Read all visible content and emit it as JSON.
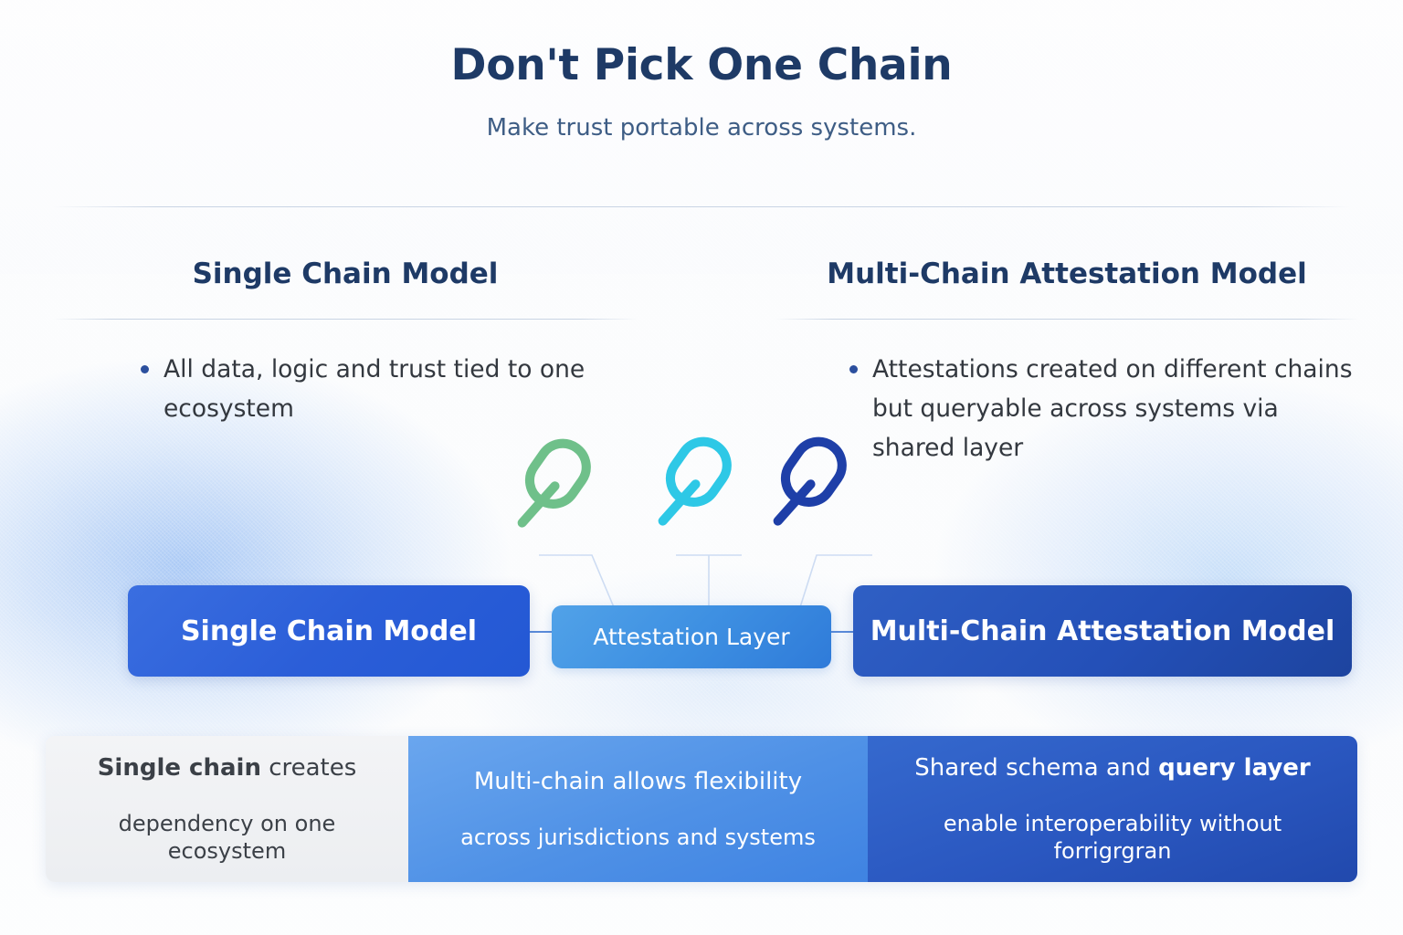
{
  "header": {
    "title": "Don't Pick One Chain",
    "subtitle": "Make trust portable across systems."
  },
  "columns": [
    {
      "heading": "Single Chain Model",
      "bullets": [
        "All data, logic and trust tied to one ecosystem"
      ]
    },
    {
      "heading": "Multi-Chain Attestation Model",
      "bullets": [
        "Attestations created on different chains but queryable across systems via shared layer"
      ]
    }
  ],
  "icons": [
    {
      "name": "chain-link-icon-green",
      "color": "#6fc08a"
    },
    {
      "name": "chain-link-icon-cyan",
      "color": "#2ec8e6"
    },
    {
      "name": "chain-link-icon-navy",
      "color": "#1e3fa8"
    }
  ],
  "flow": {
    "left_box": "Single Chain Model",
    "center_box": "Attestation Layer",
    "right_box": "Multi-Chain Attestation Model",
    "left_color": "#2b5ed8",
    "center_color": "#3e90e2",
    "right_color": "#2450b8"
  },
  "bottom_panels": [
    {
      "line1_strong": "Single chain",
      "line1_rest": " creates",
      "line2_strong": "",
      "line2_rest": "dependency on one ecosystem",
      "background": "#eceef1"
    },
    {
      "line1_strong": "",
      "line1_rest": "Multi-chain allows flexibility",
      "line2_strong": "",
      "line2_rest": "across jurisdictions and systems",
      "background": "#4f91e6"
    },
    {
      "line1_strong": "query layer",
      "line1_rest": "Shared schema and ",
      "line2_strong": "",
      "line2_rest": "enable interoperability without forrigrgran",
      "background": "#2a57c0"
    }
  ],
  "theme": {
    "title_color": "#1e3a66",
    "subtitle_color": "#3e5d85",
    "body_text_color": "#33383f",
    "bullet_dot_color": "#2b4f9e",
    "divider_color": "#c6d2e2"
  }
}
